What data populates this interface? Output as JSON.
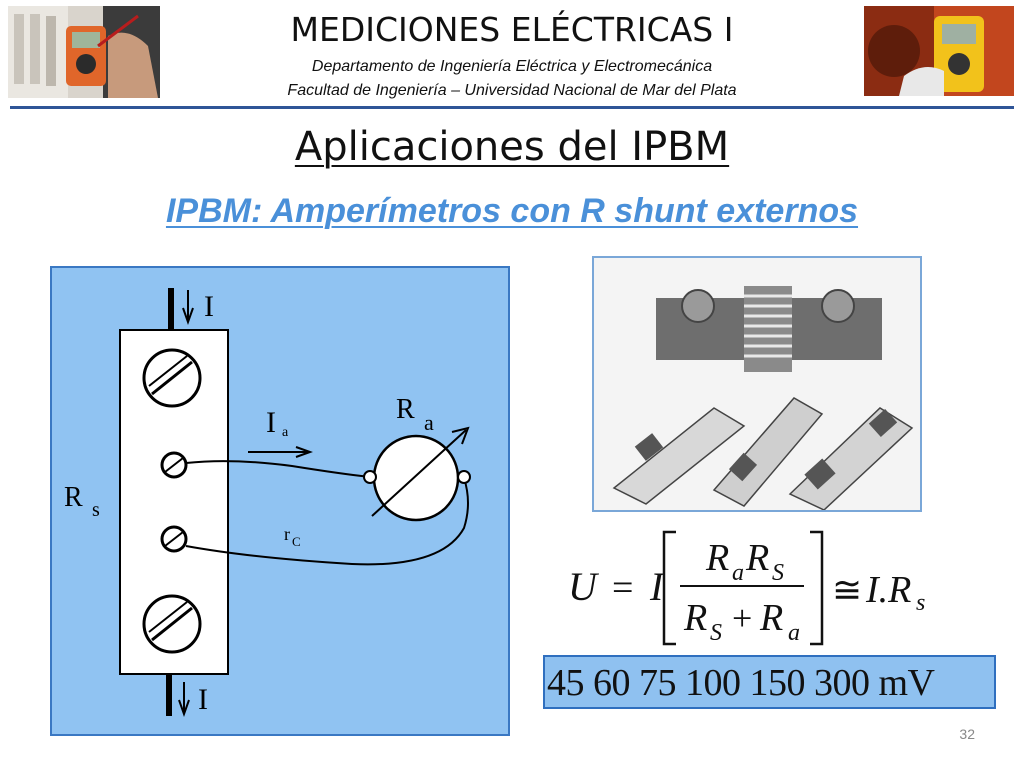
{
  "header": {
    "title": "MEDICIONES ELÉCTRICAS I",
    "department": "Departamento de Ingeniería Eléctrica y Electromecánica",
    "faculty": "Facultad de Ingeniería – Universidad Nacional de Mar del Plata"
  },
  "slide": {
    "heading": "Aplicaciones del IPBM",
    "subtitle": "IPBM: Amperímetros con R shunt externos",
    "page_number": "32"
  },
  "circuit": {
    "current_top": "I",
    "current_bottom": "I",
    "ammeter_current": "I",
    "ammeter_current_sub": "a",
    "ammeter_resistance": "R",
    "ammeter_resistance_sub": "a",
    "shunt_resistance": "R",
    "shunt_resistance_sub": "s",
    "lead_resistance": "r",
    "lead_resistance_sub": "C"
  },
  "formula": {
    "lhs": "U",
    "eq": "=",
    "factor": "I",
    "num_a": "R",
    "num_a_sub": "a",
    "num_b": "R",
    "num_b_sub": "S",
    "den_a": "R",
    "den_a_sub": "S",
    "den_plus": "+",
    "den_b": "R",
    "den_b_sub": "a",
    "approx": "≅",
    "rhs": "I.R",
    "rhs_sub": "s"
  },
  "ranges": {
    "text": "45  60  75  100  150  300 mV"
  },
  "colors": {
    "accent_rule": "#2f5597",
    "subtitle_blue": "#4a90d9",
    "panel_blue": "#90c3f2",
    "panel_border": "#3a78c3"
  }
}
